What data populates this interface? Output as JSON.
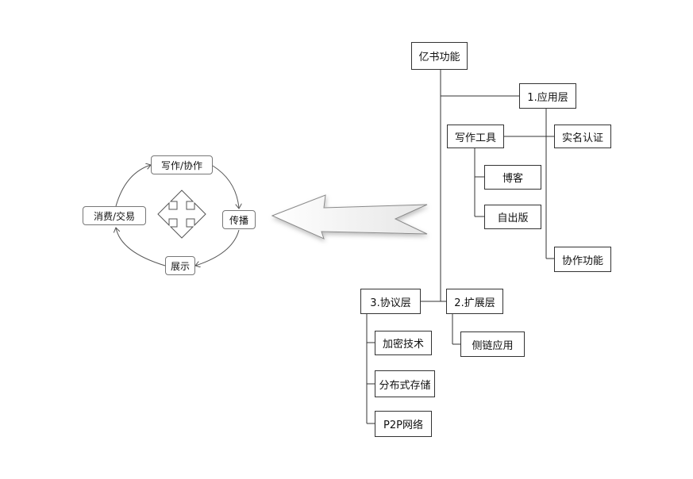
{
  "diagram": {
    "cycle": {
      "top": "写作/协作",
      "right": "传播",
      "bottom": "展示",
      "left": "消费/交易"
    },
    "tree": {
      "root": "亿书功能",
      "app_layer": "1.应用层",
      "writing_tools": "写作工具",
      "realname_auth": "实名认证",
      "blog": "博客",
      "self_publish": "自出版",
      "collab_function": "协作功能",
      "ext_layer": "2.扩展层",
      "sidechain_app": "侧链应用",
      "protocol_layer": "3.协议层",
      "encryption": "加密技术",
      "distributed_storage": "分布式存储",
      "p2p_network": "P2P网络"
    }
  }
}
